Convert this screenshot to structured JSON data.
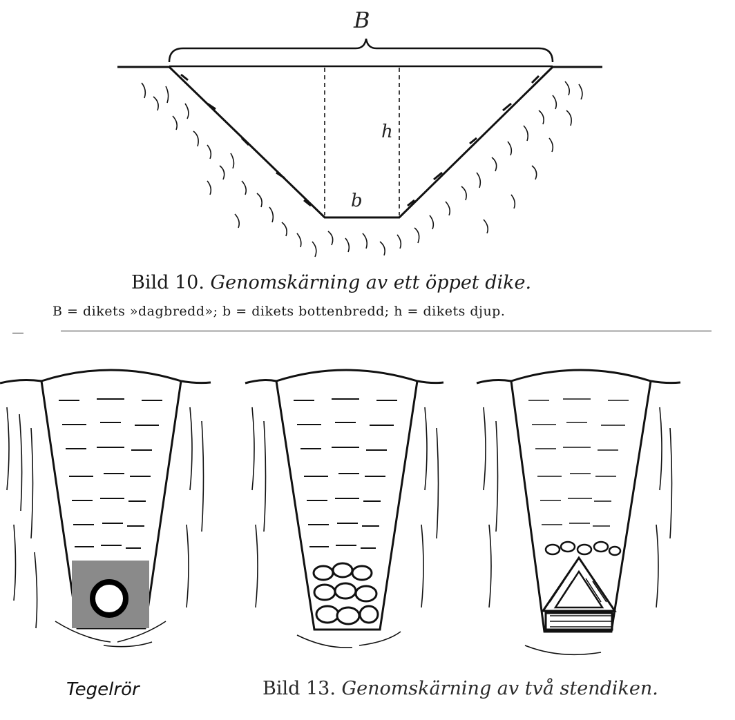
{
  "fig10": {
    "labels": {
      "B": "B",
      "h": "h",
      "b": "b"
    },
    "caption": {
      "number": "Bild 10.",
      "title": "Genomskärning av ett öppet dike."
    },
    "legend": "B = dikets »dagbredd»; b = dikets bottenbredd; h = dikets djup."
  },
  "fig13": {
    "pipe_label": "Tegelrör",
    "caption": {
      "number": "Bild 13.",
      "title": "Genomskärning av två stendiken."
    }
  },
  "colors": {
    "ink": "#111111",
    "gravel": "#8a8a8a",
    "background": "#ffffff"
  }
}
